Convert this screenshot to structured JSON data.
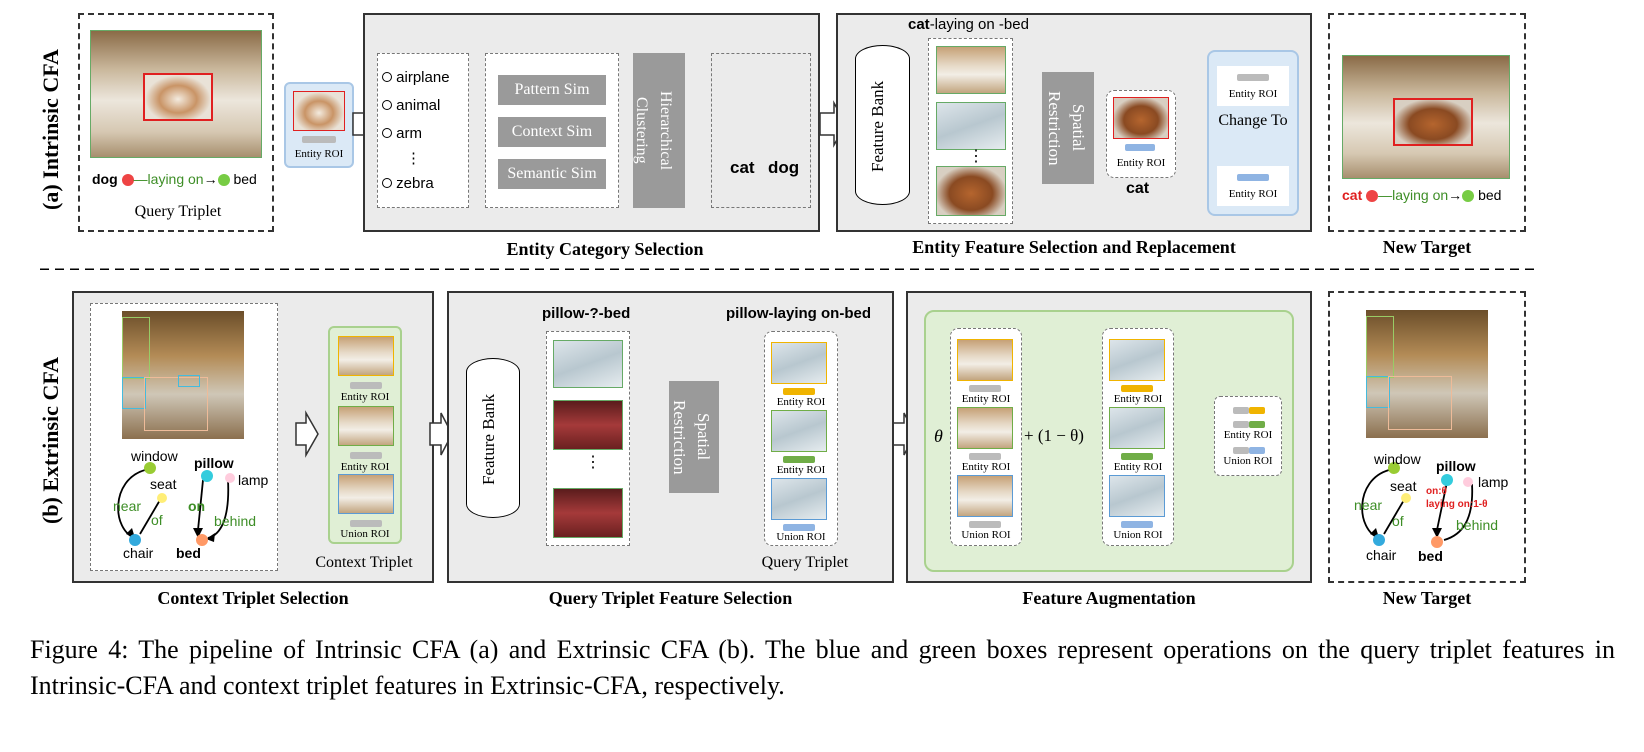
{
  "row_a": {
    "label": "(a) Intrinsic CFA",
    "query_triplet": {
      "caption": "Query Triplet",
      "subject": "dog",
      "predicate": "laying on",
      "object": "bed"
    },
    "entity_roi_label": "Entity ROI",
    "categories": [
      "airplane",
      "animal",
      "arm",
      "⋮",
      "zebra"
    ],
    "sims": [
      "Pattern Sim",
      "Context Sim",
      "Semantic Sim"
    ],
    "hier_clustering": "Hierarchical Clustering",
    "tree_leaves": [
      "cat",
      "dog"
    ],
    "entity_category_selection": "Entity Category Selection",
    "feature_bank": "Feature Bank",
    "bank_title": {
      "bold": "cat",
      "rest": "-laying on -bed"
    },
    "spatial_restriction": "Spatial Restriction",
    "selected_roi_label": "Entity ROI",
    "selected_entity": "cat",
    "change_to": "Change To",
    "entity_roi_top": "Entity ROI",
    "entity_roi_bottom": "Entity ROI",
    "entity_feature_selection": "Entity Feature Selection and Replacement",
    "new_target": {
      "caption": "New Target",
      "subject": "cat",
      "predicate": "laying on",
      "object": "bed"
    }
  },
  "row_b": {
    "label": "(b) Extrinsic CFA",
    "context_graph": {
      "nodes": [
        "window",
        "seat",
        "pillow",
        "lamp",
        "of",
        "on",
        "near",
        "behind",
        "chair",
        "bed"
      ]
    },
    "context_rois": [
      "Entity ROI",
      "Entity ROI",
      "Union ROI"
    ],
    "context_triplet": "Context Triplet",
    "context_triplet_selection": "Context Triplet Selection",
    "feature_bank": "Feature Bank",
    "unknown_title": "pillow-?-bed",
    "known_title": "pillow-laying on-bed",
    "spatial_restriction": "Spatial Restriction",
    "query_rois": [
      "Entity ROI",
      "Entity ROI",
      "Union ROI"
    ],
    "query_triplet": "Query Triplet",
    "query_triplet_feature_selection": "Query Triplet Feature Selection",
    "theta": "θ",
    "plus_expr": "+ (1 − θ)",
    "aug_left_rois": [
      "Entity ROI",
      "Entity ROI",
      "Union ROI"
    ],
    "aug_right_rois": [
      "Entity ROI",
      "Entity ROI",
      "Union ROI"
    ],
    "aug_result": [
      "Entity ROI",
      "Union ROI"
    ],
    "feature_augmentation": "Feature Augmentation",
    "new_target": {
      "caption": "New Target",
      "nodes": [
        "window",
        "seat",
        "pillow",
        "lamp",
        "of",
        "near",
        "behind",
        "chair",
        "bed"
      ],
      "on_theta": "on:θ",
      "laying_theta": "laying on:1-θ"
    }
  },
  "figure_caption": "Figure 4: The pipeline of Intrinsic CFA (a) and Extrinsic CFA (b). The blue and green boxes represent operations on the query triplet features in Intrinsic-CFA and context triplet features in Extrinsic-CFA, respectively.",
  "colors": {
    "blue_op": "#dbe9f6",
    "blue_op_border": "#a9c7e6",
    "green_op": "#e0efd5",
    "green_op_border": "#a9d18e",
    "predicate_green": "#3e8e27",
    "subject_red": "#e02020",
    "roi_orange": "#f0b400",
    "roi_green": "#70ad47",
    "roi_blue": "#8fb4e3"
  }
}
